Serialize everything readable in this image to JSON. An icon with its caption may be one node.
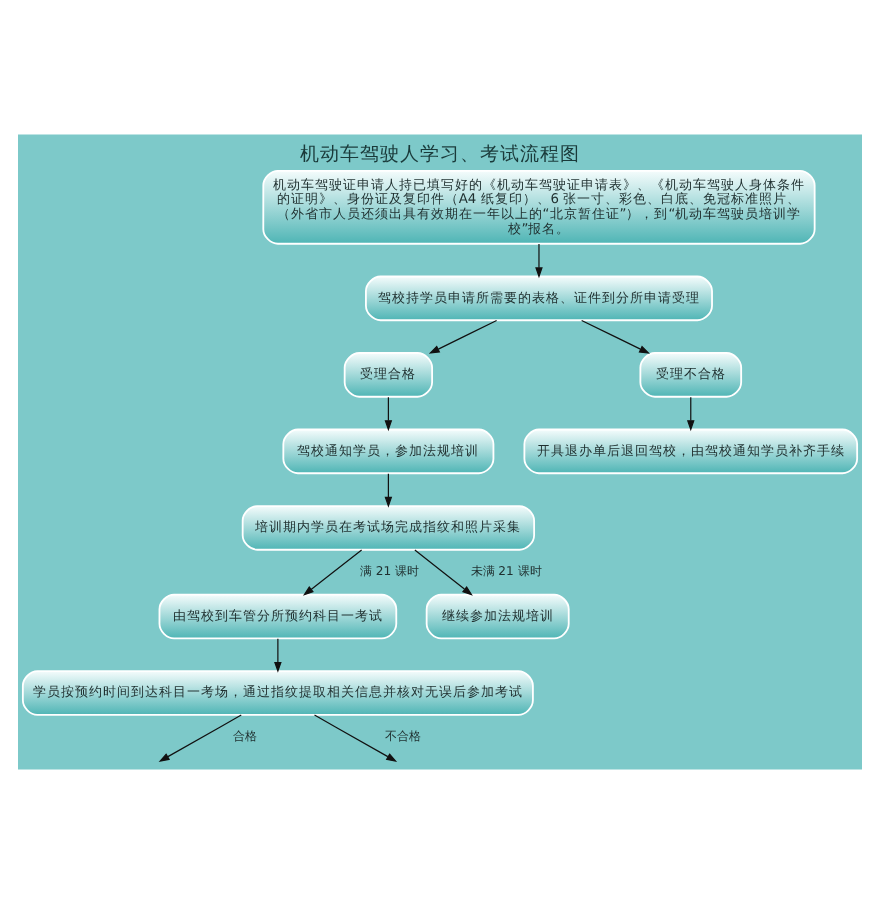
{
  "diagram": {
    "title": "机动车驾驶人学习、考试流程图",
    "nodes": [
      {
        "text": [
          "机动车驾驶证申请人持已填写好的《机动车驾驶证申请表》、《机动车驾驶人身体条件的证明》、身份证及复印件（A4 纸复印）、6 张一寸、彩色、白底、免冠标准照片、（外省市人员还须出具有效期在一年以上的“北京暂住证”），到“机动车驾驶员培训学校”报名。"
        ]
      },
      {
        "text": [
          "驾校持学员申请所需要的表格、证件到分所申请受理"
        ]
      },
      {
        "text": [
          "受理合格"
        ]
      },
      {
        "text": [
          "受理不合格"
        ]
      },
      {
        "text": [
          "驾校通知学员，参加法规培训"
        ]
      },
      {
        "text": [
          "开具退办单后退回驾校，由驾校通知学员补齐手续"
        ]
      },
      {
        "text": [
          "培训期内学员在考试场完成指纹和照片采集"
        ]
      },
      {
        "text": [
          "由驾校到车管分所预约科目一考试"
        ]
      },
      {
        "text": [
          "继续参加法规培训"
        ]
      },
      {
        "text": [
          "学员按预约时间到达科目一考场，通过指纹提取相关信息并核对无误后参加考试"
        ]
      }
    ],
    "edges": [
      {
        "from": 0,
        "to": 1,
        "arrow": "to"
      },
      {
        "from": 1,
        "to": 2,
        "arrow": "to"
      },
      {
        "from": 1,
        "to": 3,
        "arrow": "to"
      },
      {
        "from": 2,
        "to": 4,
        "arrow": "to"
      },
      {
        "from": 3,
        "to": 5,
        "arrow": "to"
      },
      {
        "from": 4,
        "to": 6,
        "arrow": "to"
      },
      {
        "from": 6,
        "to": 7,
        "arrow": "to",
        "label": "满 21 课时"
      },
      {
        "from": 6,
        "to": 8,
        "arrow": "to",
        "label": "未满 21 课时"
      },
      {
        "from": 7,
        "to": 9,
        "arrow": "to"
      },
      {
        "from": 9,
        "to": null,
        "arrow": "to",
        "label": "合格"
      },
      {
        "from": 9,
        "to": null,
        "arrow": "to",
        "label": "不合格"
      }
    ]
  }
}
